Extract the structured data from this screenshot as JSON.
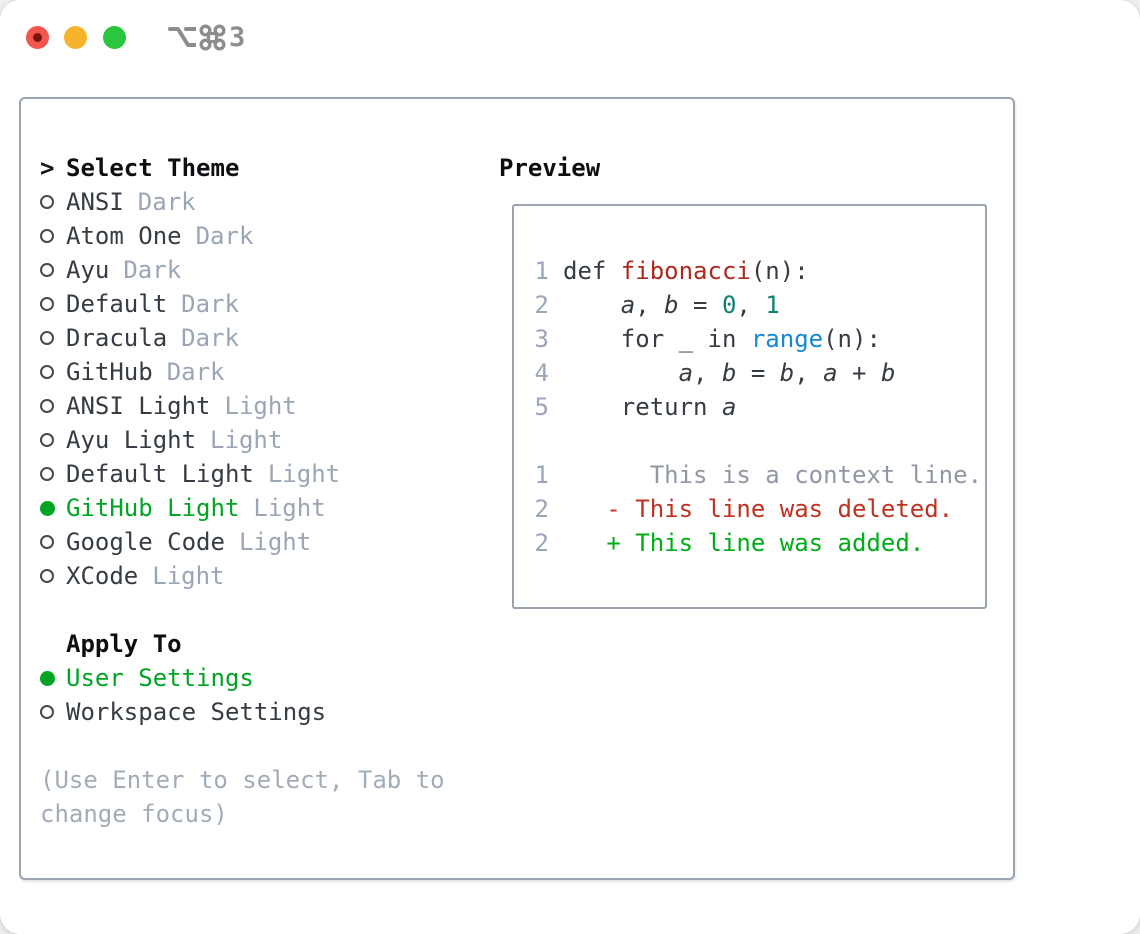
{
  "titlebar": {
    "shortcut": "⌥⌘3",
    "shortcut_number": "3"
  },
  "colors": {
    "selection_green": "#00a524",
    "added_green": "#00ad17",
    "deleted_red": "#bf3222",
    "function_red": "#ad291d",
    "builtin_blue": "#1488d0",
    "number_teal": "#0e8074",
    "muted_gray": "#9aa5b5",
    "text_dark": "#363c44",
    "panel_border": "#9aa4b1",
    "traffic_red": "#f2564d",
    "traffic_yellow": "#f7b32b",
    "traffic_green": "#2bc53e"
  },
  "theme_picker": {
    "cursor": ">",
    "title": "Select Theme",
    "items": [
      {
        "name": "ANSI",
        "variant": "Dark",
        "selected": false
      },
      {
        "name": "Atom One",
        "variant": "Dark",
        "selected": false
      },
      {
        "name": "Ayu",
        "variant": "Dark",
        "selected": false
      },
      {
        "name": "Default",
        "variant": "Dark",
        "selected": false
      },
      {
        "name": "Dracula",
        "variant": "Dark",
        "selected": false
      },
      {
        "name": "GitHub",
        "variant": "Dark",
        "selected": false
      },
      {
        "name": "ANSI Light",
        "variant": "Light",
        "selected": false
      },
      {
        "name": "Ayu Light",
        "variant": "Light",
        "selected": false
      },
      {
        "name": "Default Light",
        "variant": "Light",
        "selected": false
      },
      {
        "name": "GitHub Light",
        "variant": "Light",
        "selected": true
      },
      {
        "name": "Google Code",
        "variant": "Light",
        "selected": false
      },
      {
        "name": "XCode",
        "variant": "Light",
        "selected": false
      }
    ]
  },
  "apply_to": {
    "title": "Apply To",
    "options": [
      {
        "label": "User Settings",
        "selected": true
      },
      {
        "label": "Workspace Settings",
        "selected": false
      }
    ]
  },
  "hint": {
    "line1": "(Use Enter to select, Tab to",
    "line2": "change focus)"
  },
  "preview": {
    "title": "Preview",
    "lines": [
      {
        "num": "1",
        "parts": [
          {
            "t": "def ",
            "s": "code"
          },
          {
            "t": "fibonacci",
            "s": "func"
          },
          {
            "t": "(n):",
            "s": "code"
          }
        ]
      },
      {
        "num": "2",
        "parts": [
          {
            "t": "    ",
            "s": "code"
          },
          {
            "t": "a",
            "s": "var"
          },
          {
            "t": ", ",
            "s": "code"
          },
          {
            "t": "b",
            "s": "var"
          },
          {
            "t": " = ",
            "s": "code"
          },
          {
            "t": "0",
            "s": "num"
          },
          {
            "t": ", ",
            "s": "code"
          },
          {
            "t": "1",
            "s": "num"
          }
        ]
      },
      {
        "num": "3",
        "parts": [
          {
            "t": "    for _ in ",
            "s": "code"
          },
          {
            "t": "range",
            "s": "builtin"
          },
          {
            "t": "(n):",
            "s": "code"
          }
        ]
      },
      {
        "num": "4",
        "parts": [
          {
            "t": "        ",
            "s": "code"
          },
          {
            "t": "a",
            "s": "var"
          },
          {
            "t": ", ",
            "s": "code"
          },
          {
            "t": "b",
            "s": "var"
          },
          {
            "t": " = ",
            "s": "code"
          },
          {
            "t": "b",
            "s": "var"
          },
          {
            "t": ", ",
            "s": "code"
          },
          {
            "t": "a",
            "s": "var"
          },
          {
            "t": " + ",
            "s": "code"
          },
          {
            "t": "b",
            "s": "var"
          }
        ]
      },
      {
        "num": "5",
        "parts": [
          {
            "t": "    return ",
            "s": "code"
          },
          {
            "t": "a",
            "s": "var"
          }
        ]
      },
      {
        "num": "",
        "parts": []
      },
      {
        "num": "1",
        "parts": [
          {
            "t": "      This is a context line.",
            "s": "ctx"
          }
        ]
      },
      {
        "num": "2",
        "parts": [
          {
            "t": "   - This line was deleted.",
            "s": "del"
          }
        ]
      },
      {
        "num": "2",
        "parts": [
          {
            "t": "   + This line was added.",
            "s": "add"
          }
        ]
      }
    ]
  }
}
